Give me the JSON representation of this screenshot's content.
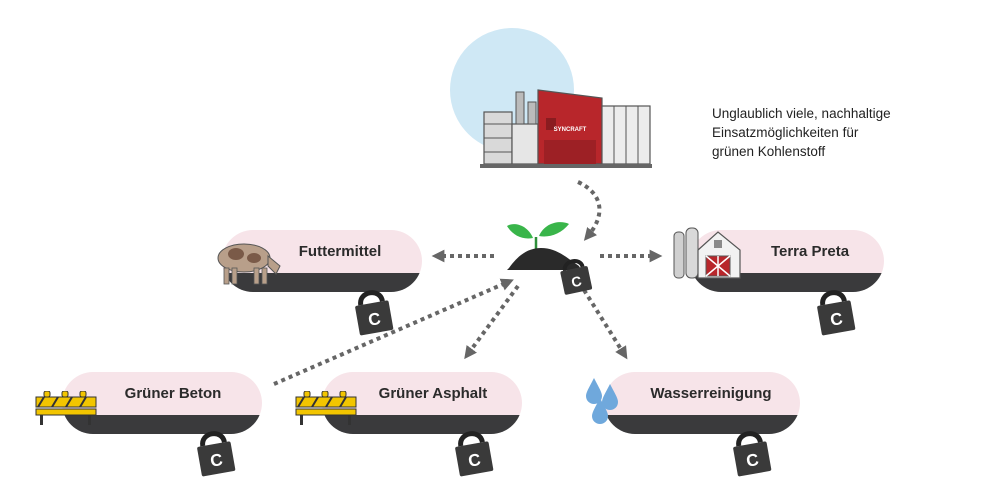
{
  "caption": {
    "line1": "Unglaublich viele, nachhaltige",
    "line2": "Einsatzmöglichkeiten für",
    "line3": "grünen Kohlenstoff"
  },
  "factory": {
    "sign_text": "SYNCRAFT"
  },
  "lock_letter": "C",
  "nodes": [
    {
      "id": "futtermittel",
      "label": "Futtermittel",
      "icon": "cow-icon"
    },
    {
      "id": "terra-preta",
      "label": "Terra Preta",
      "icon": "farm-icon"
    },
    {
      "id": "gruener-beton",
      "label": "Grüner Beton",
      "icon": "barrier-icon"
    },
    {
      "id": "gruener-asphalt",
      "label": "Grüner Asphalt",
      "icon": "barrier-icon"
    },
    {
      "id": "wasserreinigung",
      "label": "Wasserreinigung",
      "icon": "water-drops-icon"
    }
  ],
  "colors": {
    "pill_light": "#f7e4e9",
    "pill_dark": "#3a3a3c",
    "factory_red": "#b8262b",
    "sky_circle": "#cfe8f5",
    "arrow": "#666666",
    "leaf": "#39b54a",
    "water": "#6fa8dc"
  }
}
